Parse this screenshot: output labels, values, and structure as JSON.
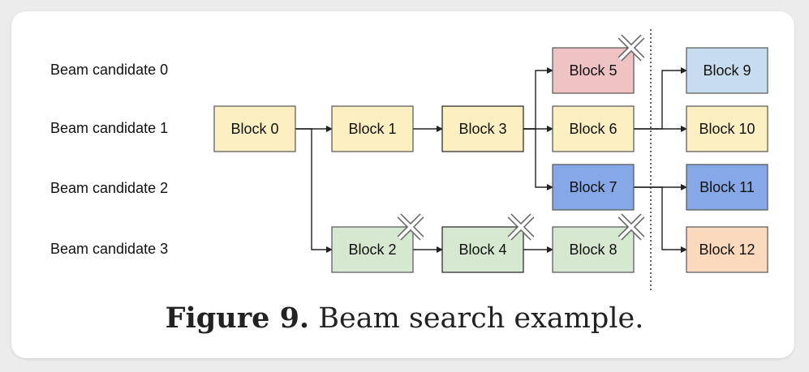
{
  "row_labels": [
    "Beam candidate 0",
    "Beam candidate 1",
    "Beam candidate 2",
    "Beam candidate 3"
  ],
  "blocks": [
    {
      "id": "b0",
      "label": "Block 0",
      "fill": "#fcefc2",
      "stroke": "#555555",
      "pruned": false
    },
    {
      "id": "b1",
      "label": "Block 1",
      "fill": "#fcefc2",
      "stroke": "#555555",
      "pruned": false
    },
    {
      "id": "b3",
      "label": "Block 3",
      "fill": "#fcefc2",
      "stroke": "#222222",
      "pruned": false
    },
    {
      "id": "b5",
      "label": "Block 5",
      "fill": "#efc3c4",
      "stroke": "#555555",
      "pruned": true
    },
    {
      "id": "b6",
      "label": "Block 6",
      "fill": "#fcefc2",
      "stroke": "#555555",
      "pruned": false
    },
    {
      "id": "b7",
      "label": "Block 7",
      "fill": "#86a8e6",
      "stroke": "#555555",
      "pruned": false
    },
    {
      "id": "b2",
      "label": "Block 2",
      "fill": "#d6e8d0",
      "stroke": "#555555",
      "pruned": true
    },
    {
      "id": "b4",
      "label": "Block 4",
      "fill": "#d6e8d0",
      "stroke": "#222222",
      "pruned": true
    },
    {
      "id": "b8",
      "label": "Block 8",
      "fill": "#d6e8d0",
      "stroke": "#555555",
      "pruned": true
    },
    {
      "id": "b9",
      "label": "Block 9",
      "fill": "#c8dcf0",
      "stroke": "#555555",
      "pruned": false
    },
    {
      "id": "b10",
      "label": "Block 10",
      "fill": "#fcefc2",
      "stroke": "#555555",
      "pruned": false
    },
    {
      "id": "b11",
      "label": "Block 11",
      "fill": "#86a8e6",
      "stroke": "#555555",
      "pruned": false
    },
    {
      "id": "b12",
      "label": "Block 12",
      "fill": "#fbd9bd",
      "stroke": "#555555",
      "pruned": false
    }
  ],
  "edges": [
    [
      "b0",
      "b1"
    ],
    [
      "b0",
      "b2"
    ],
    [
      "b1",
      "b3"
    ],
    [
      "b2",
      "b4"
    ],
    [
      "b4",
      "b8"
    ],
    [
      "b3",
      "b5"
    ],
    [
      "b3",
      "b6"
    ],
    [
      "b3",
      "b7"
    ],
    [
      "b6",
      "b9"
    ],
    [
      "b6",
      "b10"
    ],
    [
      "b7",
      "b11"
    ],
    [
      "b7",
      "b12"
    ]
  ],
  "caption": {
    "figure": "Figure 9.",
    "text": "Beam search example."
  }
}
